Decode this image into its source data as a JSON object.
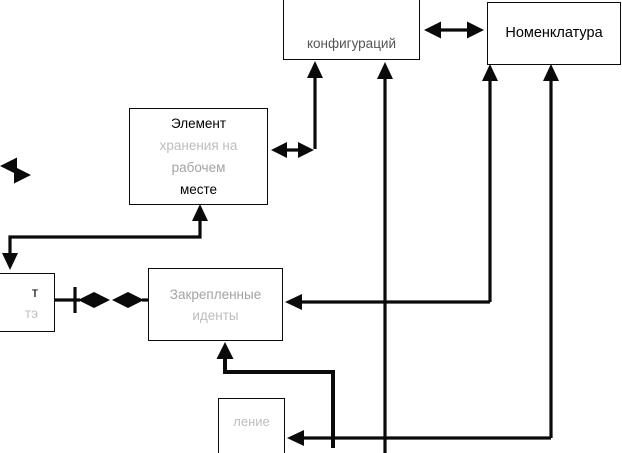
{
  "diagram": {
    "type": "entity-relationship-diagram",
    "language": "ru",
    "colors": {
      "line": "#0a0a0a",
      "box_border": "#0a0a0a",
      "box_fill": "#ffffff",
      "faint_text": "#bdbdbd"
    },
    "boxes": {
      "configurations": {
        "lines": [
          "конфигураций"
        ]
      },
      "nomenclature": {
        "lines": [
          "Номенклатура"
        ]
      },
      "workplace_element": {
        "lines": [
          "Элемент",
          "хранения на",
          "рабочем",
          "месте"
        ]
      },
      "left_partial": {
        "lines": [
          "т",
          "тэ"
        ]
      },
      "assigned": {
        "lines": [
          "Закрепленные",
          "иденты"
        ]
      },
      "bottom_partial": {
        "lines": [
          "ление"
        ]
      }
    },
    "connectors": [
      {
        "from": "configurations",
        "to": "nomenclature",
        "type": "double-arrow"
      },
      {
        "from": "workplace_element",
        "to": "configurations",
        "type": "double-arrow-elbow"
      },
      {
        "from": "workplace_element",
        "to": "left_partial",
        "type": "double-arrow-elbow"
      },
      {
        "from": "workplace_element",
        "to": "left-edge",
        "type": "double-arrow-cut"
      },
      {
        "from": "left_partial",
        "to": "assigned",
        "type": "double-double-arrow"
      },
      {
        "from": "nomenclature",
        "to": "assigned",
        "type": "arrow-elbow"
      },
      {
        "from": "nomenclature",
        "to": "bottom_partial",
        "type": "arrow-elbow"
      },
      {
        "from": "configurations",
        "to": "bottom-edge",
        "type": "arrow-vertical"
      },
      {
        "from": "assigned",
        "to": "bottom-edge",
        "type": "elbow"
      }
    ]
  }
}
